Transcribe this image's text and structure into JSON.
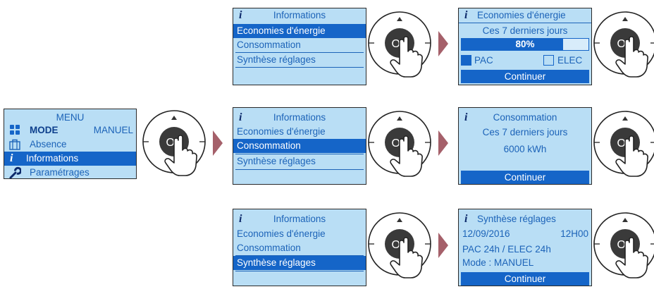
{
  "menu": {
    "title": "MENU",
    "mode_label": "MODE",
    "mode_value": "MANUEL",
    "items": [
      "Absence",
      "Informations",
      "Paramétrages"
    ],
    "icons": [
      "mode-grid-icon",
      "suitcase-icon",
      "info-icon",
      "wrench-icon"
    ]
  },
  "info_menu": {
    "title": "Informations",
    "items": [
      "Economies d'énergie",
      "Consommation",
      "Synthèse réglages"
    ],
    "icon": "info-icon"
  },
  "knob": {
    "label": "OK",
    "icons": [
      "up-arrow-icon",
      "down-arrow-icon",
      "hand-pointer-icon"
    ]
  },
  "economies": {
    "title": "Economies d'énergie",
    "period": "Ces 7 derniers jours",
    "percent_label": "80%",
    "percent": 80,
    "pac_label": "PAC",
    "elec_label": "ELEC",
    "button": "Continuer"
  },
  "consommation": {
    "title": "Consommation",
    "period": "Ces 7 derniers jours",
    "value": "6000 kWh",
    "button": "Continuer"
  },
  "synthese": {
    "title": "Synthèse réglages",
    "date": "12/09/2016",
    "time": "12H00",
    "schedule": "PAC 24h / ELEC 24h",
    "mode": "Mode : MANUEL",
    "button": "Continuer"
  },
  "colors": {
    "screen_bg": "#b9def5",
    "highlight": "#1565c8",
    "text": "#1c63b8",
    "arrow": "#a5606a"
  }
}
